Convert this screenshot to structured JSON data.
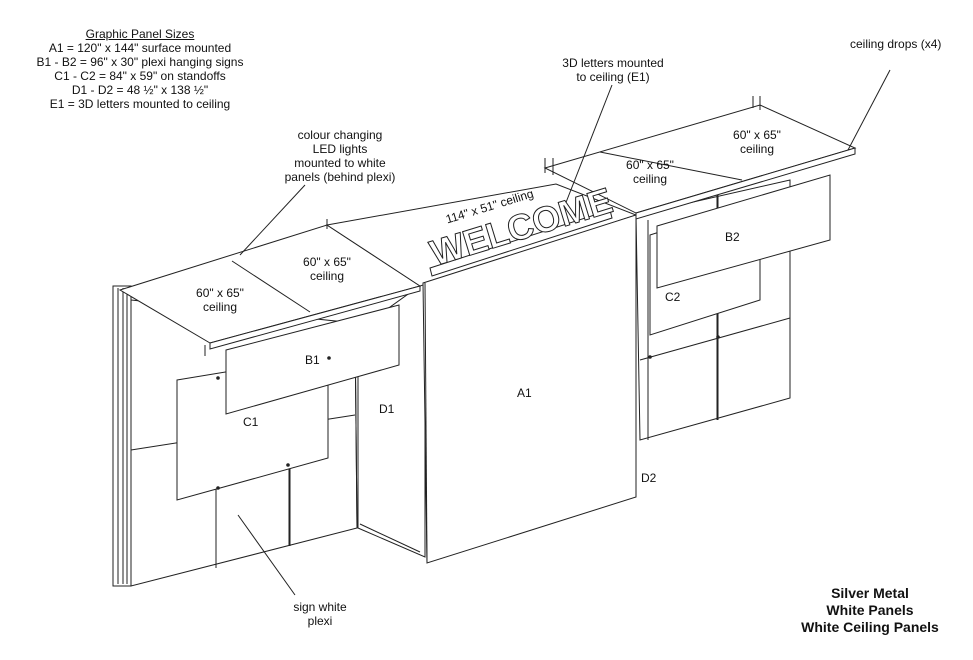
{
  "legend": {
    "title": "Graphic Panel Sizes",
    "lines": [
      "A1 = 120\" x 144\" surface mounted",
      "B1 - B2 = 96\" x 30\" plexi hanging signs",
      "C1 - C2 = 84\" x 59\" on standoffs",
      "D1 - D2 = 48 ½\" x 138 ½\"",
      "E1 = 3D letters mounted to ceiling"
    ]
  },
  "callouts": {
    "led": [
      "colour changing",
      "LED lights",
      "mounted to white",
      "panels (behind plexi)"
    ],
    "letters": [
      "3D letters mounted",
      "to ceiling (E1)"
    ],
    "drops": "ceiling drops (x4)",
    "plexi": [
      "sign white",
      "plexi"
    ]
  },
  "ceiling_labels": {
    "left_a": [
      "60\" x 65\"",
      "ceiling"
    ],
    "left_b": [
      "60\" x 65\"",
      "ceiling"
    ],
    "middle": "114\" x 51\" ceiling",
    "right_a": [
      "60\" x 65\"",
      "ceiling"
    ],
    "right_b": [
      "60\" x 65\"",
      "ceiling"
    ]
  },
  "sign_text": "WELCOME",
  "panels": {
    "a1": "A1",
    "b1": "B1",
    "b2": "B2",
    "c1": "C1",
    "c2": "C2",
    "d1": "D1",
    "d2": "D2"
  },
  "materials": [
    "Silver Metal",
    "White Panels",
    "White Ceiling Panels"
  ]
}
